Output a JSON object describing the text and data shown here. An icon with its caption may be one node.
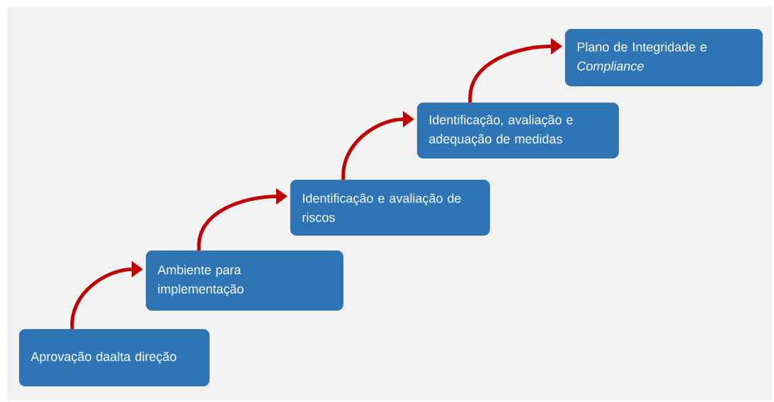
{
  "diagram": {
    "nodes": [
      {
        "text": [
          "Aprovação daalta direção"
        ]
      },
      {
        "text": [
          "Ambiente para implementação"
        ]
      },
      {
        "text": [
          "Identificação e avaliação de riscos"
        ]
      },
      {
        "text": [
          "Identificação, avaliação e adequação de medidas"
        ]
      },
      {
        "text": [
          "Plano de Integridade e *Compliance*"
        ]
      }
    ],
    "edges": [
      {
        "from": 0,
        "to": 1,
        "arrow": "to"
      },
      {
        "from": 1,
        "to": 2,
        "arrow": "to"
      },
      {
        "from": 2,
        "to": 3,
        "arrow": "to"
      },
      {
        "from": 3,
        "to": 4,
        "arrow": "to"
      }
    ]
  }
}
